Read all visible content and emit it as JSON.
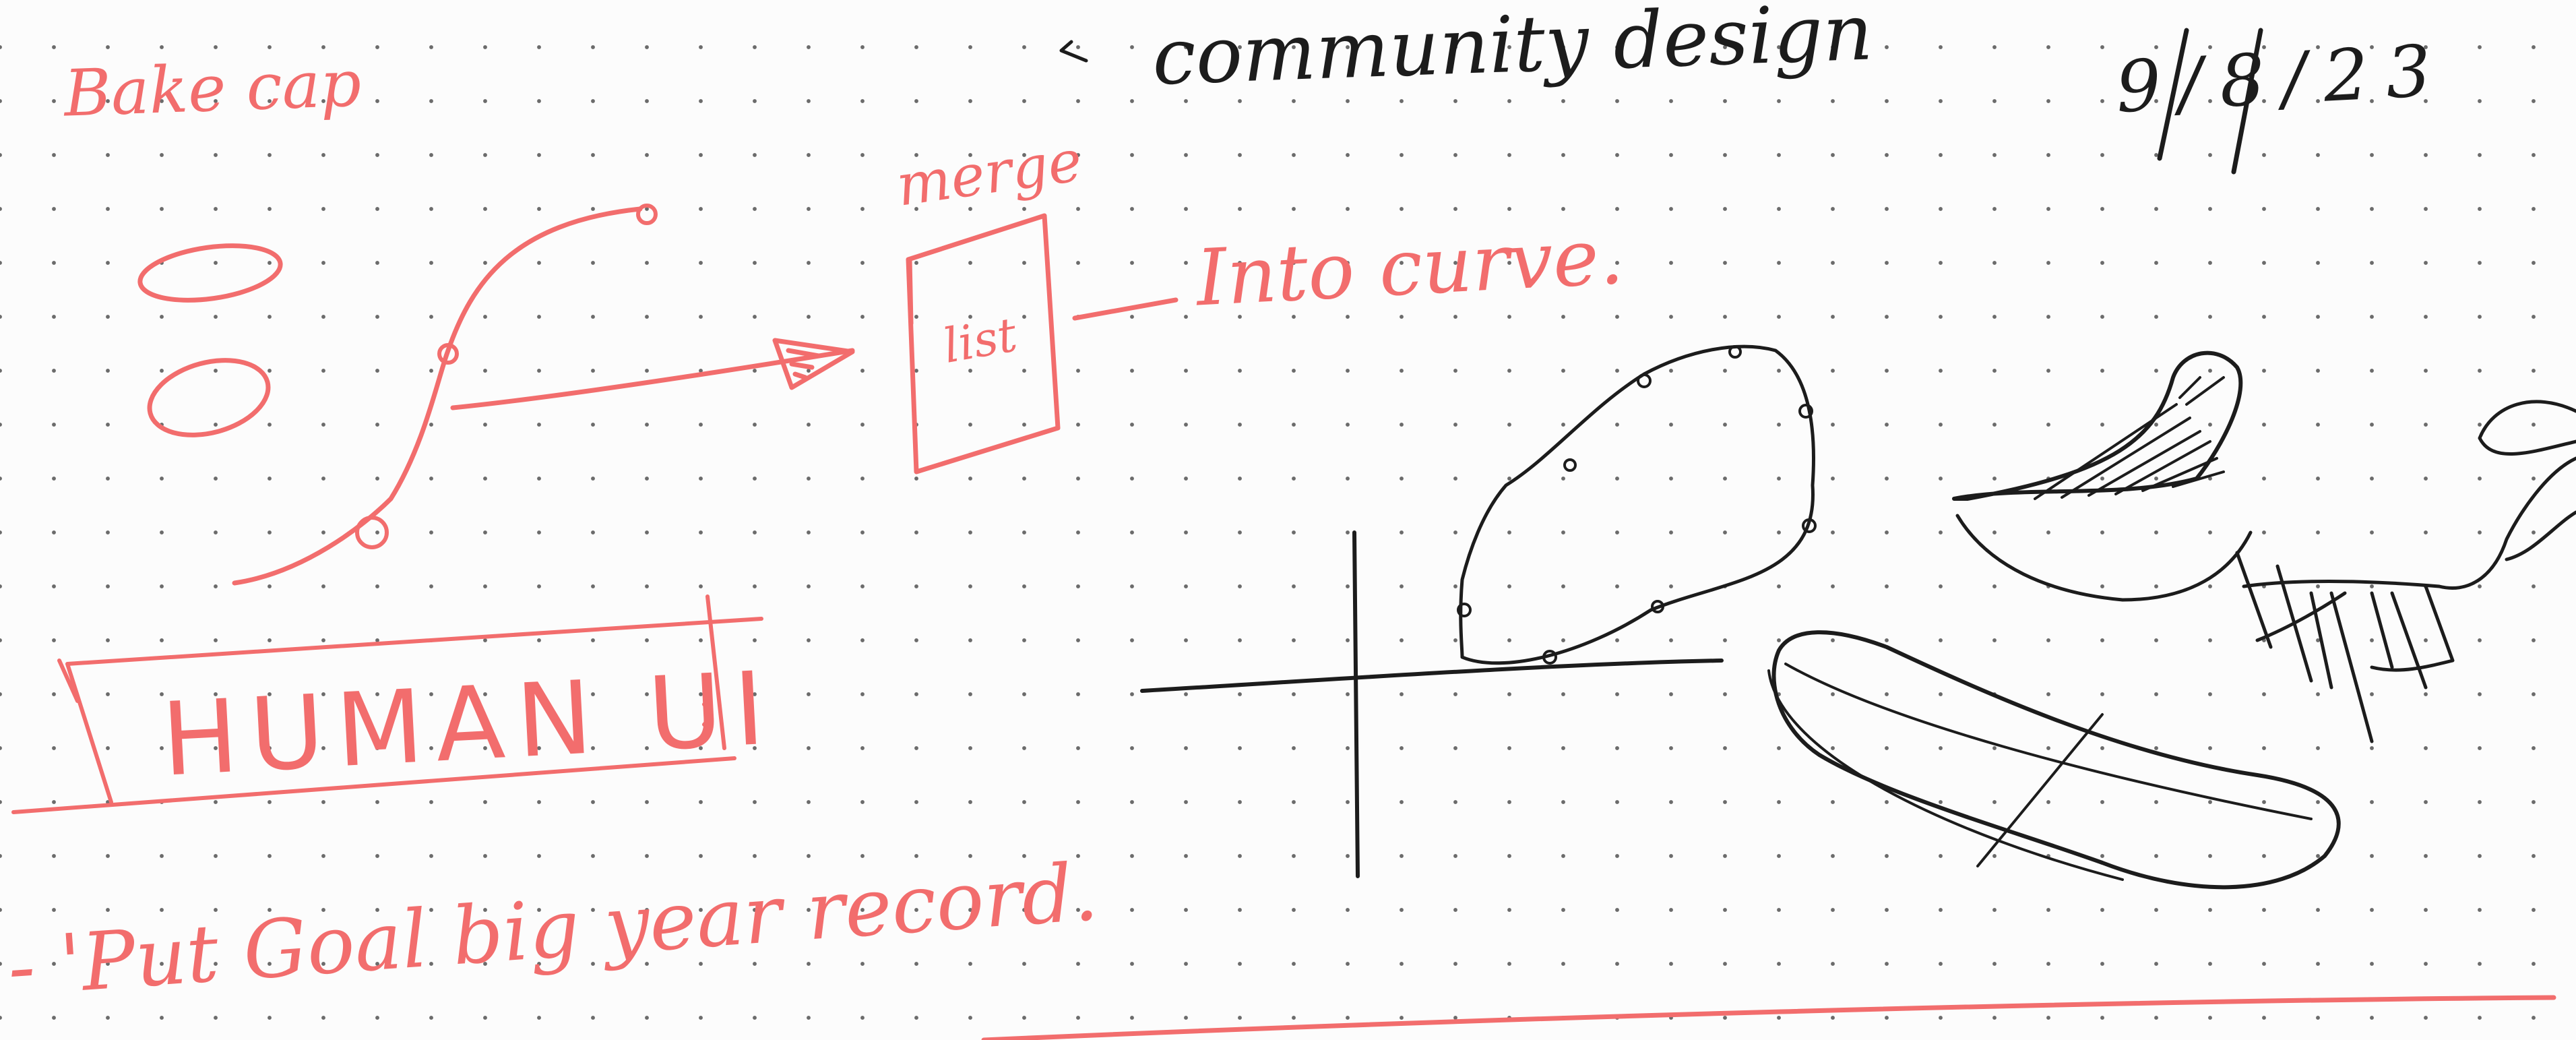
{
  "notes": {
    "bake_cap": "Bake cap",
    "merge": "merge",
    "list": "list",
    "into_curve": "Into curve.",
    "community_design": "community design",
    "date": "9/8/23",
    "human_ui": "HUMAN UI",
    "goal_record": "- 'Put Goal big year record."
  },
  "colors": {
    "red_ink": "#f26d6d",
    "black_ink": "#1c1c1c",
    "paper": "#fcfcfc",
    "dot_grid": "#6b6b6b"
  }
}
